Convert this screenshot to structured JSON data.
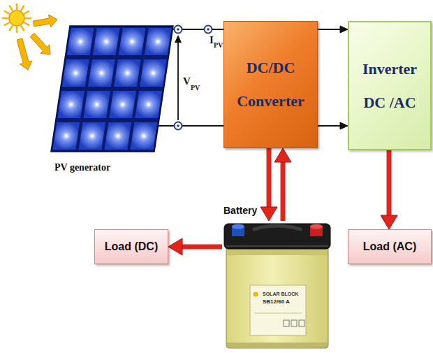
{
  "diagram": {
    "nodes": [
      {
        "text": [
          "PV generator"
        ]
      },
      {
        "text": [
          "DC/DC Converter"
        ]
      },
      {
        "text": [
          "Inverter DC /AC"
        ]
      },
      {
        "text": [
          "Battery"
        ]
      },
      {
        "text": [
          "Load (DC)"
        ]
      },
      {
        "text": [
          "Load (AC)"
        ]
      }
    ],
    "edges": [
      {
        "from": 0,
        "to": 1,
        "arrow": "none"
      },
      {
        "from": 0,
        "to": 1,
        "arrow": "none"
      },
      {
        "from": 1,
        "to": 2,
        "arrow": "to"
      },
      {
        "from": 1,
        "to": 2,
        "arrow": "to"
      },
      {
        "from": 1,
        "to": 3,
        "arrow": "to"
      },
      {
        "from": 3,
        "to": 1,
        "arrow": "to"
      },
      {
        "from": 3,
        "to": 4,
        "arrow": "to"
      },
      {
        "from": 2,
        "to": 5,
        "arrow": "to"
      }
    ],
    "labels": [
      "V",
      "PV",
      "I",
      "PV",
      "SOLAR BLOCK",
      "SB12/60 A"
    ]
  }
}
